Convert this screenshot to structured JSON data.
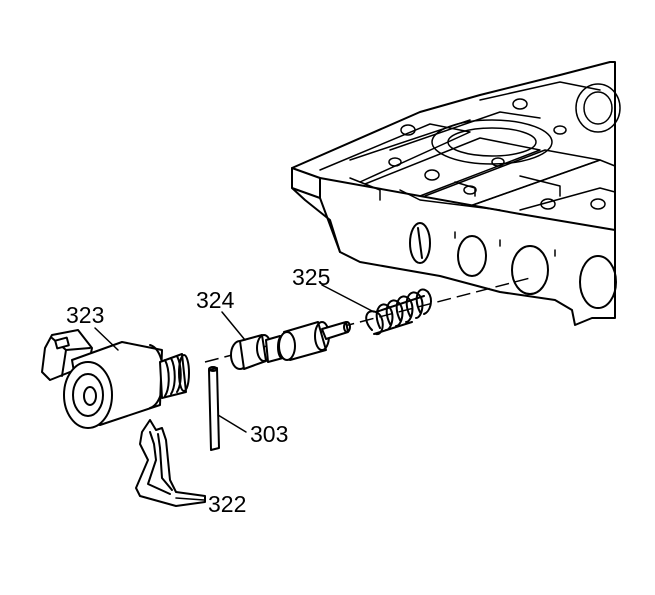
{
  "callouts": {
    "c323": "323",
    "c324": "324",
    "c325": "325",
    "c303": "303",
    "c322": "322"
  }
}
